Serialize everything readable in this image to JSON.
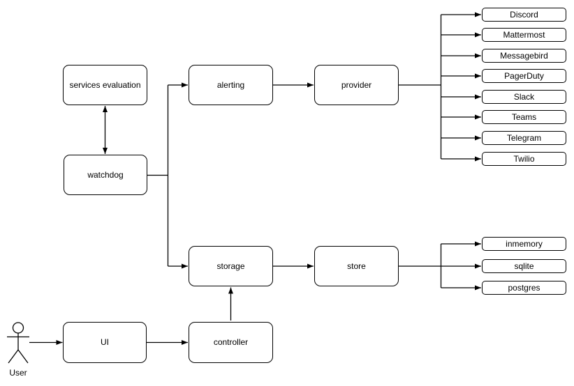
{
  "diagram": {
    "title": "",
    "actor": {
      "label": "User"
    },
    "nodes": {
      "services_evaluation": {
        "label": "services evaluation"
      },
      "watchdog": {
        "label": "watchdog"
      },
      "alerting": {
        "label": "alerting"
      },
      "provider": {
        "label": "provider"
      },
      "storage": {
        "label": "storage"
      },
      "store": {
        "label": "store"
      },
      "ui": {
        "label": "UI"
      },
      "controller": {
        "label": "controller"
      }
    },
    "provider_targets": [
      "Discord",
      "Mattermost",
      "Messagebird",
      "PagerDuty",
      "Slack",
      "Teams",
      "Telegram",
      "Twilio"
    ],
    "store_targets": [
      "inmemory",
      "sqlite",
      "postgres"
    ],
    "edges": [
      {
        "from": "watchdog",
        "to": "services_evaluation",
        "style": "double-arrow"
      },
      {
        "from": "watchdog",
        "to": "alerting",
        "style": "arrow"
      },
      {
        "from": "watchdog",
        "to": "storage",
        "style": "arrow"
      },
      {
        "from": "alerting",
        "to": "provider",
        "style": "arrow"
      },
      {
        "from": "provider",
        "to": "Discord",
        "style": "arrow"
      },
      {
        "from": "provider",
        "to": "Mattermost",
        "style": "arrow"
      },
      {
        "from": "provider",
        "to": "Messagebird",
        "style": "arrow"
      },
      {
        "from": "provider",
        "to": "PagerDuty",
        "style": "arrow"
      },
      {
        "from": "provider",
        "to": "Slack",
        "style": "arrow"
      },
      {
        "from": "provider",
        "to": "Teams",
        "style": "arrow"
      },
      {
        "from": "provider",
        "to": "Telegram",
        "style": "arrow"
      },
      {
        "from": "provider",
        "to": "Twilio",
        "style": "arrow"
      },
      {
        "from": "storage",
        "to": "store",
        "style": "arrow"
      },
      {
        "from": "store",
        "to": "inmemory",
        "style": "arrow"
      },
      {
        "from": "store",
        "to": "sqlite",
        "style": "arrow"
      },
      {
        "from": "store",
        "to": "postgres",
        "style": "arrow"
      },
      {
        "from": "controller",
        "to": "storage",
        "style": "arrow"
      },
      {
        "from": "ui",
        "to": "controller",
        "style": "arrow"
      },
      {
        "from": "user",
        "to": "ui",
        "style": "arrow"
      }
    ],
    "colors": {
      "stroke": "#000000",
      "node_fill": "#ffffff",
      "background": "#ffffff"
    }
  }
}
